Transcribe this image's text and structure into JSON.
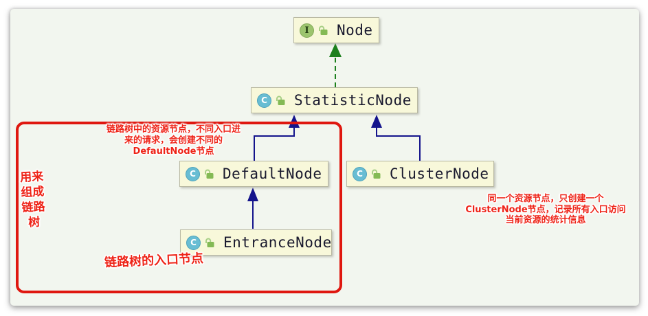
{
  "diagram": {
    "type": "uml-class-hierarchy",
    "nodes": [
      {
        "name": "Node",
        "kind": "interface",
        "icon": "interface-badge",
        "visibility": "public"
      },
      {
        "name": "StatisticNode",
        "kind": "class",
        "icon": "class-badge",
        "visibility": "public"
      },
      {
        "name": "DefaultNode",
        "kind": "class",
        "icon": "class-badge",
        "visibility": "public"
      },
      {
        "name": "ClusterNode",
        "kind": "class",
        "icon": "class-badge",
        "visibility": "public"
      },
      {
        "name": "EntranceNode",
        "kind": "class",
        "icon": "class-badge",
        "visibility": "public"
      }
    ],
    "edges": [
      {
        "from": "StatisticNode",
        "to": "Node",
        "relation": "implements",
        "style": "dashed-green"
      },
      {
        "from": "DefaultNode",
        "to": "StatisticNode",
        "relation": "extends",
        "style": "solid-navy"
      },
      {
        "from": "ClusterNode",
        "to": "StatisticNode",
        "relation": "extends",
        "style": "solid-navy"
      },
      {
        "from": "EntranceNode",
        "to": "DefaultNode",
        "relation": "extends",
        "style": "solid-navy"
      }
    ],
    "badges": {
      "interface_letter": "I",
      "class_letter": "C"
    }
  },
  "annotations": {
    "default_node_note": {
      "lines": [
        "链路树中的资源节点，不同入口进",
        "来的请求，会创建不同的",
        "DefaultNode节点"
      ]
    },
    "cluster_node_note": {
      "lines": [
        "同一个资源节点，只创建一个",
        "ClusterNode节点，记录所有入口访问",
        "当前资源的统计信息"
      ]
    },
    "entrance_node_note": "链路树的入口节点",
    "left_group_note": {
      "lines": [
        "用来",
        "组成",
        "链路",
        "树"
      ]
    }
  },
  "colors": {
    "panel_background": "#f2f6ef",
    "node_fill": "#f8f8da",
    "node_border": "#b9b9a2",
    "node_text": "#18182d",
    "interface_badge": "#9cc46e",
    "class_badge": "#68bdd3",
    "lock_green": "#84ba55",
    "extends_arrow": "#14148c",
    "implements_arrow": "#1c801c",
    "annotation_red": "#ee2418",
    "group_rect_red": "#df170f"
  }
}
